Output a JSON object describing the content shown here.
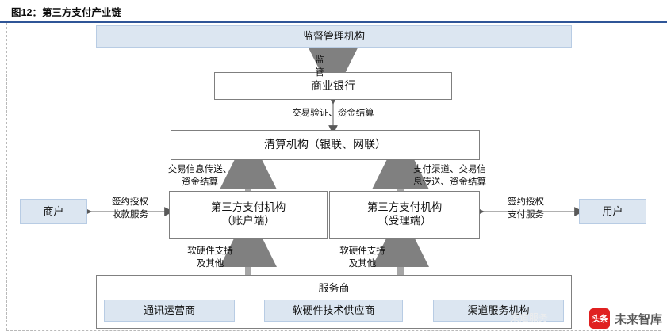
{
  "title": {
    "label": "图12：第三方支付产业链",
    "accent": "#2f5597"
  },
  "diagram": {
    "nodes": {
      "regulator": "监督管理机构",
      "commercial_bank": "商业银行",
      "clearing": "清算机构（银联、网联）",
      "merchant": "商户",
      "user": "用户",
      "tpp_account": "第三方支付机构\n（账户端）",
      "tpp_acquiring": "第三方支付机构\n（受理端）",
      "service_provider_title": "服务商",
      "svc_telecom": "通讯运营商",
      "svc_hardware": "软硬件技术供应商",
      "svc_channel": "渠道服务机构"
    },
    "edge_labels": {
      "supervision": "监\n管",
      "bank_clearing": "交易验证、资金结算",
      "clearing_to_account": "交易信息传送、\n资金结算",
      "clearing_to_acquiring": "支付渠道、交易信\n息传送、资金结算",
      "merchant_to_tpp": "签约授权\n收款服务",
      "user_to_tpp": "签约授权\n支付服务",
      "svc_to_account": "软硬件支持\n及其他",
      "svc_to_acquiring": "软硬件支持\n及其他"
    }
  },
  "watermark": {
    "logo": "头条",
    "text": "未来智库"
  }
}
